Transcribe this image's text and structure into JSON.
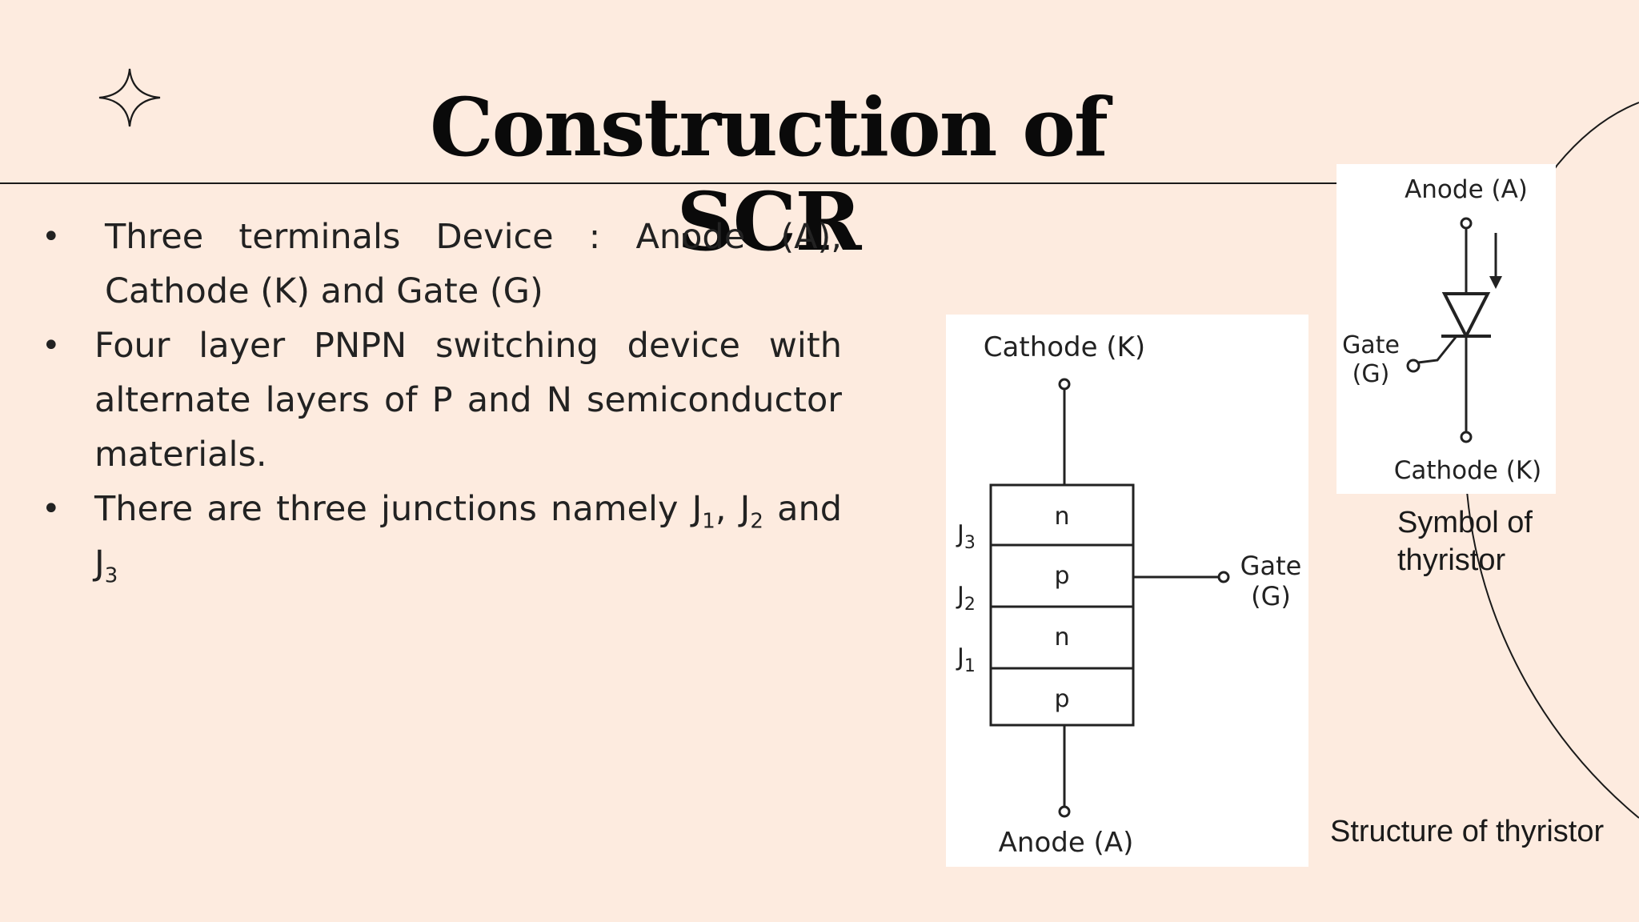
{
  "slide": {
    "title": "Construction of SCR",
    "bullets": [
      {
        "marker": "•",
        "text": "Three terminals Device : Anode (A), Cathode (K) and Gate (G)"
      },
      {
        "marker": "•",
        "text": "Four layer PNPN switching device with alternate layers of P and N semiconductor materials."
      },
      {
        "marker": "•",
        "prefix": "There are three junctions namely J",
        "sub1": "1",
        "mid1": ", J",
        "sub2": "2",
        "mid2": " and J",
        "sub3": "3"
      }
    ]
  },
  "structure_diagram": {
    "top_label": "Cathode (K)",
    "bottom_label": "Anode (A)",
    "gate_label_line1": "Gate",
    "gate_label_line2": "(G)",
    "layers": [
      "n",
      "p",
      "n",
      "p"
    ],
    "junctions": [
      {
        "letter": "J",
        "sub": "3"
      },
      {
        "letter": "J",
        "sub": "2"
      },
      {
        "letter": "J",
        "sub": "1"
      }
    ],
    "caption": "Structure of thyristor"
  },
  "symbol_diagram": {
    "anode_label": "Anode (A)",
    "gate_label_line1": "Gate",
    "gate_label_line2": "(G)",
    "cathode_label": "Cathode (K)",
    "caption": "Symbol of thyristor"
  },
  "decor": {
    "sparkle_icon": "four-point-star-icon",
    "arc_color": "#1a1a1a",
    "background_color": "#fdebdf"
  }
}
